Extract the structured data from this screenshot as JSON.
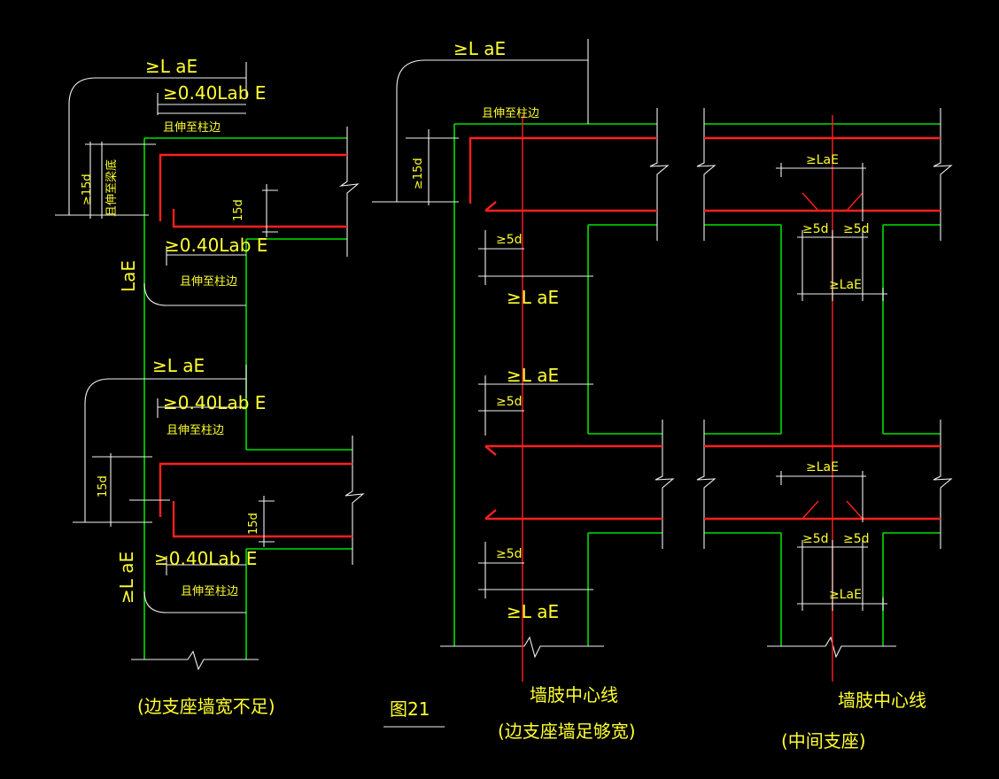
{
  "labels": {
    "lae": "≥L aE",
    "lab040": "≥0.40Lab E",
    "extend_to_col": "且伸至柱边",
    "d15_ge": "≥15d",
    "d15": "15d",
    "extend_to_beam_bottom": "且伸至梁底",
    "lae_vertical": "LaE",
    "d5_ge": "≥5d",
    "lae_small": "≥LaE"
  },
  "captions": {
    "left": "(边支座墙宽不足)",
    "figure": "图21",
    "wall_centerline_1": "墙肢中心线",
    "middle": "(边支座墙足够宽)",
    "wall_centerline_2": "墙肢中心线",
    "right": "(中间支座)"
  },
  "colors": {
    "background": "#000000",
    "concrete_outline": "#00e000",
    "rebar": "#ff2020",
    "dimension": "#f2f2f2",
    "text": "#ffff30"
  }
}
